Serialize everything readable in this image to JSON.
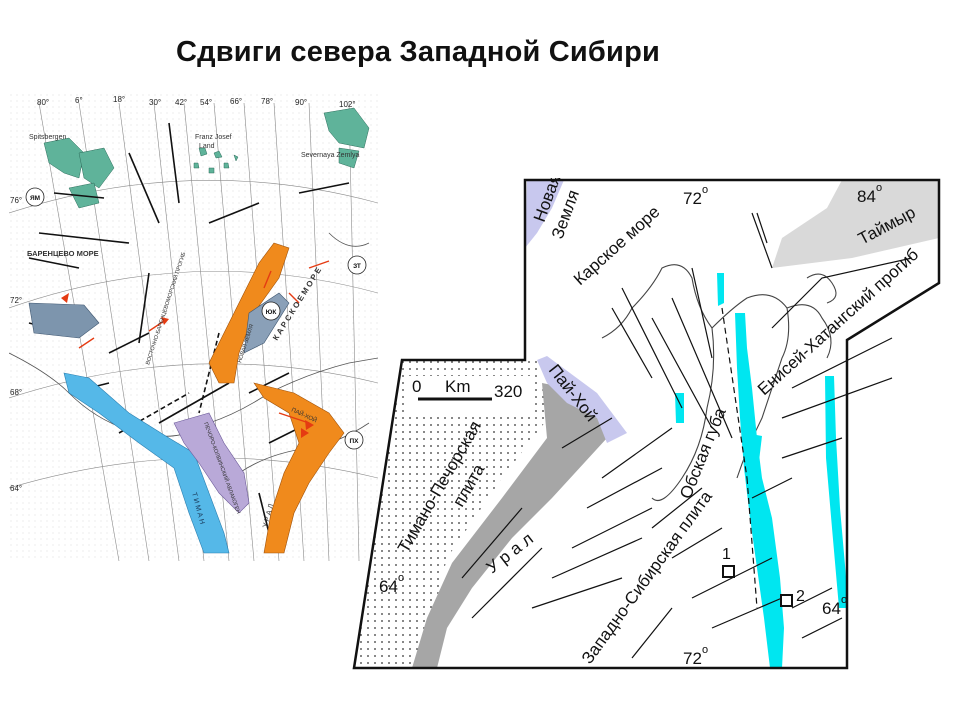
{
  "title": "Сдвиги севера Западной Сибири",
  "left_map": {
    "lon_labels": [
      "80°",
      "6°",
      "18°",
      "30°",
      "42°",
      "54°",
      "66°",
      "78°",
      "90°",
      "102°"
    ],
    "lat_labels": [
      "76°",
      "72°",
      "68°",
      "64°"
    ],
    "places": {
      "spitsbergen": "Spitsbergen",
      "franz_josef_1": "Franz Josef",
      "franz_josef_2": "Land",
      "severnaya": "Severnaya Zemlya",
      "barents": "БАРЕНЦЕВО МОРЕ",
      "kara": "К А Р С К О Е   М О Р Е",
      "east_barents": "ВОСТОЧНО-БАРЕНЦЕВОМОРСКИЙ ПРОГИБ",
      "novaya": "НОВАЯ ЗЕМЛЯ",
      "pechora": "ПЕЧОРО-КОЛВИНСКИЙ АВЛАКОГЕН",
      "timan": "Т И М А Н",
      "ural": "У Р А Л",
      "paihoi": "ПАЙ-ХОЙ"
    },
    "badges": {
      "ym": "ЯМ",
      "zt": "ЗТ",
      "yuk": "ЮК",
      "px": "ПХ"
    }
  },
  "right_map": {
    "seas": {
      "kara": "Карское море"
    },
    "regions": {
      "novaya_1": "Новая",
      "novaya_2": "Земля",
      "taimyr": "Таймыр",
      "yenisei": "Енисей-Хатангский прогиб",
      "paihoi": "Пай-Хой",
      "ob": "Обская губа",
      "timan_pechora_1": "Тимано-Печорская",
      "timan_pechora_2": "плита",
      "ural": "У р а л",
      "west_sib": "Западно-Сибирская плита"
    },
    "coords": {
      "top72": "72",
      "top84": "84",
      "left64": "64",
      "right64": "64",
      "bottom72": "72",
      "degree": "o"
    },
    "scale": {
      "zero": "0",
      "unit": "Km",
      "max": "320"
    },
    "sites": {
      "one": "1",
      "two": "2"
    },
    "colors": {
      "gray": "#a6a6a6",
      "lavender": "#c8c8ee",
      "cyan": "#00e6f0",
      "light_gray": "#d9d9d9"
    }
  }
}
